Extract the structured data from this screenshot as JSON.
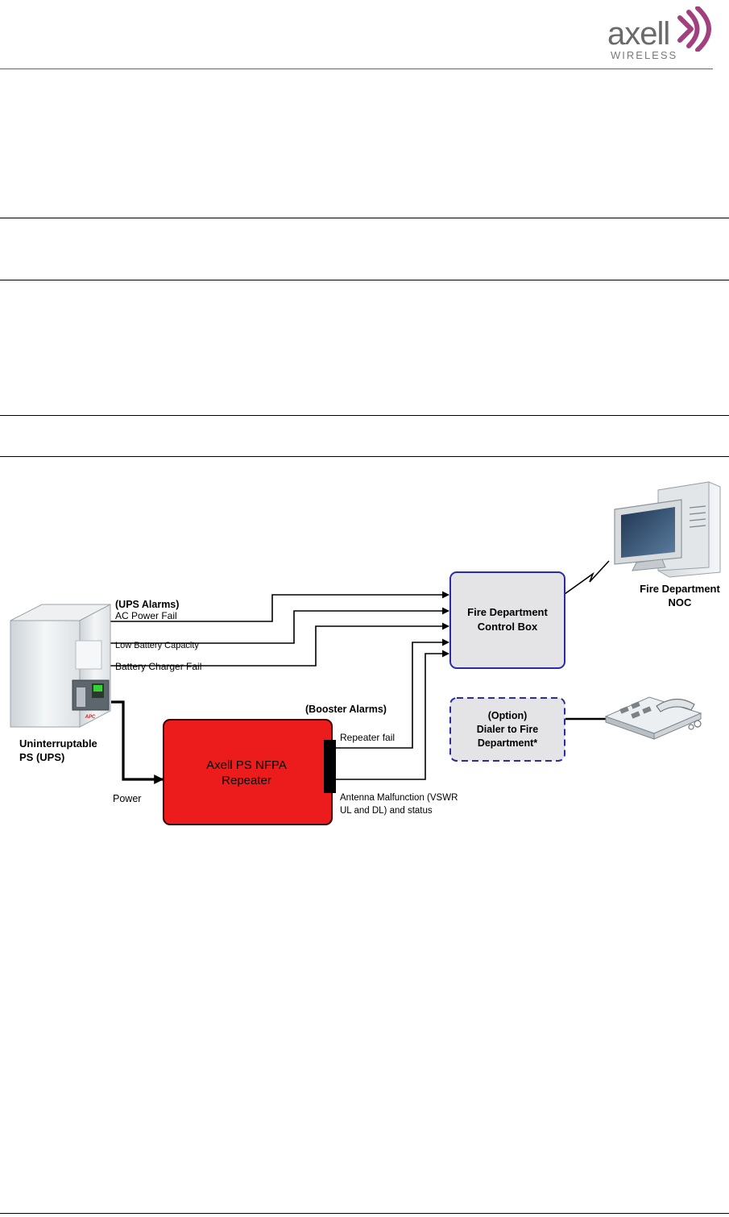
{
  "header": {
    "logo_word": "axell",
    "logo_sub": "WIRELESS",
    "accent_color": "#a2407f"
  },
  "diagram": {
    "ups_alarms_title": "(UPS Alarms)",
    "ups_alarms": [
      "AC Power Fail",
      "Low Battery Capacity",
      "Battery Charger Fail"
    ],
    "booster_alarms_title": "(Booster Alarms)",
    "repeater_fail": "Repeater fail",
    "antenna_malfunction": [
      "Antenna Malfunction (VSWR",
      "UL and DL) and status"
    ],
    "ups_label": [
      "Uninterruptable",
      "PS (UPS)"
    ],
    "ups_brand": "APC",
    "power_label": "Power",
    "repeater_label": [
      "Axell PS NFPA",
      "Repeater"
    ],
    "control_box_label": [
      "Fire Department",
      "Control Box"
    ],
    "noc_label": [
      "Fire Department",
      "NOC"
    ],
    "dialer_label": [
      "(Option)",
      "Dialer to Fire",
      "Department*"
    ],
    "icons": [
      "ups-icon",
      "computer-icon",
      "telephone-icon",
      "lightning-link-icon"
    ],
    "colors": {
      "repeater_fill": "#ed1c1c",
      "box_stroke": "#2b2ba6",
      "box_fill": "#e4e4e6"
    }
  }
}
